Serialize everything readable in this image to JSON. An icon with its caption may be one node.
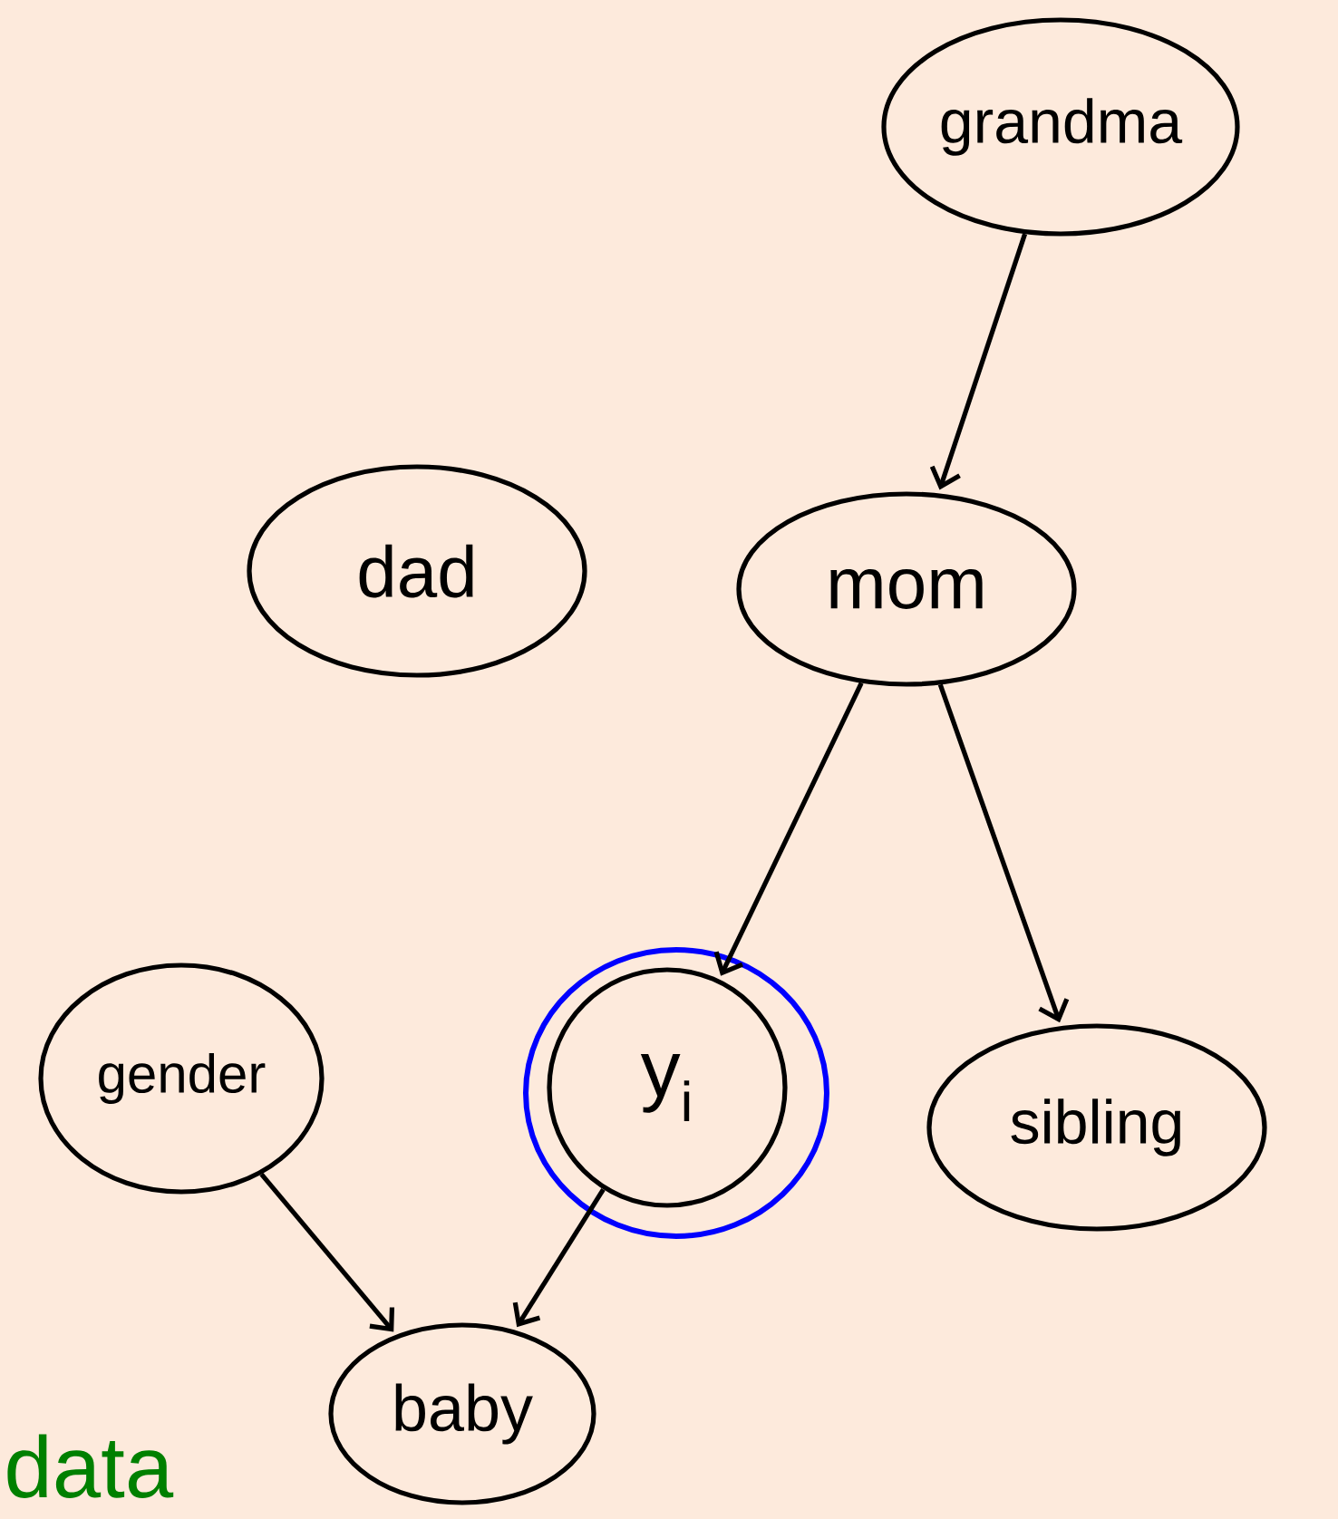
{
  "diagram": {
    "nodes": [
      {
        "text": [
          "grandma"
        ]
      },
      {
        "text": [
          "dad"
        ]
      },
      {
        "text": [
          "mom"
        ]
      },
      {
        "text": [
          "y$_{i}$"
        ]
      },
      {
        "text": [
          "gender"
        ]
      },
      {
        "text": [
          "sibling"
        ]
      },
      {
        "text": [
          "baby"
        ]
      }
    ],
    "edges": [
      {
        "from": 0,
        "to": 2,
        "arrow": "to"
      },
      {
        "from": 2,
        "to": 3,
        "arrow": "to"
      },
      {
        "from": 2,
        "to": 5,
        "arrow": "to"
      },
      {
        "from": 4,
        "to": 6,
        "arrow": "to"
      },
      {
        "from": 3,
        "to": 6,
        "arrow": "to"
      }
    ],
    "labels": [
      "data"
    ]
  }
}
